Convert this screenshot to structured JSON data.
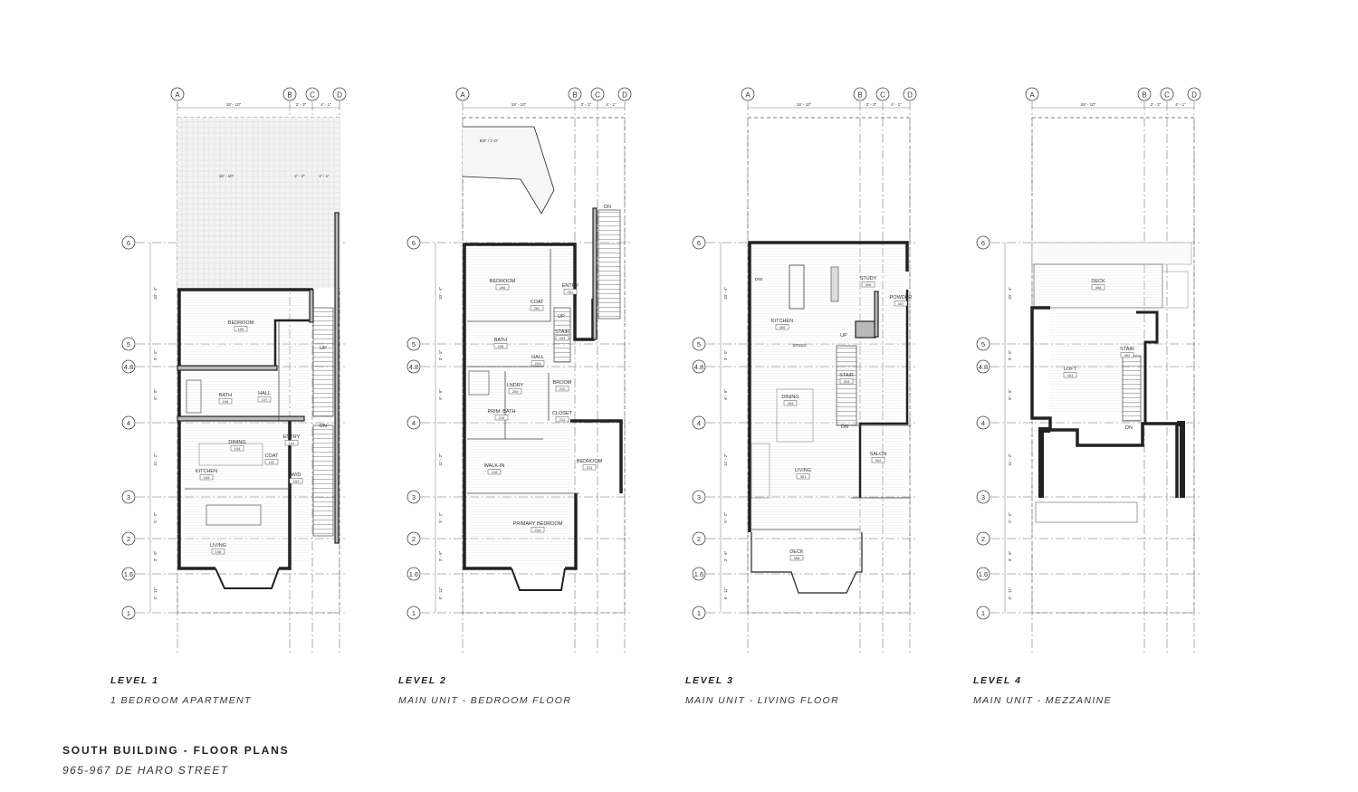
{
  "sheet": {
    "title": "SOUTH BUILDING - FLOOR PLANS",
    "subtitle": "965-967 DE HARO STREET"
  },
  "grid": {
    "columns": [
      "A",
      "B",
      "C",
      "D"
    ],
    "rows": [
      "6",
      "5",
      "4.8",
      "4",
      "3",
      "2",
      "1.6",
      "1"
    ],
    "row_dims": [
      "10' - 4\"",
      "3' - 5\"",
      "8' - 9\"",
      "11' - 2\"",
      "5' - 2\"",
      "3' - 6\"",
      "5' - 11\""
    ],
    "col_dims": [
      "18' - 10\"",
      "2' - 3\"",
      "4' - 1\""
    ]
  },
  "levels": [
    {
      "title": "LEVEL 1",
      "subtitle": "1 BEDROOM APARTMENT",
      "rooms": [
        {
          "name": "BEDROOM",
          "num": "109"
        },
        {
          "name": "BATH",
          "num": "108"
        },
        {
          "name": "HALL",
          "num": "107"
        },
        {
          "name": "DINING",
          "num": "104"
        },
        {
          "name": "COAT",
          "num": "102"
        },
        {
          "name": "ENTRY",
          "num": "101"
        },
        {
          "name": "KITCHEN",
          "num": "105"
        },
        {
          "name": "W/D",
          "num": "103"
        },
        {
          "name": "LIVING",
          "num": "106"
        }
      ],
      "stair": [
        "UP",
        "DN"
      ]
    },
    {
      "title": "LEVEL 2",
      "subtitle": "MAIN UNIT - BEDROOM FLOOR",
      "rooms": [
        {
          "name": "BEDROOM",
          "num": "206"
        },
        {
          "name": "ENTRY",
          "num": "201"
        },
        {
          "name": "COAT",
          "num": "202"
        },
        {
          "name": "STAIR",
          "num": "203"
        },
        {
          "name": "BATH",
          "num": "208"
        },
        {
          "name": "HALL",
          "num": "204"
        },
        {
          "name": "LNDRY",
          "num": "209"
        },
        {
          "name": "BROOM",
          "num": "210"
        },
        {
          "name": "PRIM. BATH",
          "num": "216"
        },
        {
          "name": "CLOSET",
          "num": "212"
        },
        {
          "name": "WALK-IN",
          "num": "218"
        },
        {
          "name": "BEDROOM",
          "num": "211"
        },
        {
          "name": "PRIMARY BEDROOM",
          "num": "214"
        }
      ],
      "stair": [
        "UP",
        "DN"
      ],
      "slope_note": "5/8\" / 1'-0\""
    },
    {
      "title": "LEVEL 3",
      "subtitle": "MAIN UNIT - LIVING FLOOR",
      "rooms": [
        {
          "name": "STUDY",
          "num": "306"
        },
        {
          "name": "POWDER",
          "num": "307"
        },
        {
          "name": "KITCHEN",
          "num": "305"
        },
        {
          "name": "STAIR",
          "num": "303"
        },
        {
          "name": "DINING",
          "num": "304"
        },
        {
          "name": "SALON",
          "num": "302"
        },
        {
          "name": "LIVING",
          "num": "301"
        },
        {
          "name": "DECK",
          "num": "308"
        }
      ],
      "labels": [
        "D/W",
        "SPEED"
      ],
      "stair": [
        "UP",
        "DN"
      ]
    },
    {
      "title": "LEVEL 4",
      "subtitle": "MAIN UNIT - MEZZANINE",
      "rooms": [
        {
          "name": "DECK",
          "num": "404"
        },
        {
          "name": "STAIR",
          "num": "403"
        },
        {
          "name": "LOFT",
          "num": "401"
        }
      ],
      "stair": [
        "DN"
      ]
    }
  ]
}
